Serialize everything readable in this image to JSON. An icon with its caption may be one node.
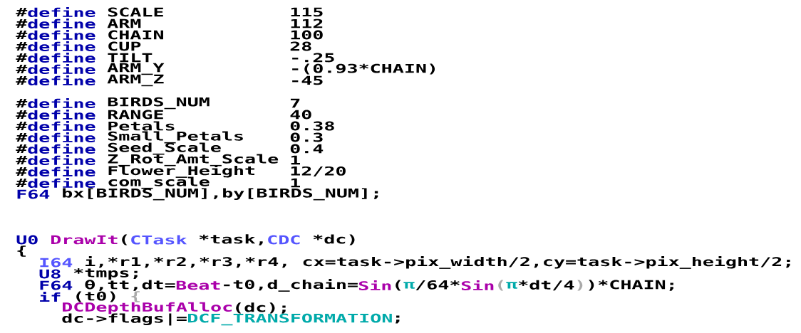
{
  "diagram": {
    "labels": [
      "#",
      "define",
      "SCALE",
      "115",
      "#",
      "define",
      "ARM",
      "112",
      "#",
      "define",
      "CHAIN",
      "100",
      "#",
      "define",
      "CUP",
      "28",
      "#",
      "define",
      "TILT",
      "-.25",
      "#",
      "define",
      "ARM_Y",
      "-(0.93*CHAIN)",
      "#",
      "define",
      "ARM_Z",
      "-45",
      "#",
      "define",
      "BIRDS_NUM",
      "7",
      "#",
      "define",
      "RANGE",
      "40",
      "#",
      "define",
      "Petals",
      "0.38",
      "#",
      "define",
      "Small_Petals",
      "0.3",
      "#",
      "define",
      "Seed_Scale",
      "0.4",
      "#",
      "define",
      "Z_Rot_Amt_Scale",
      "1",
      "#",
      "define",
      "Flower_Height",
      "12/20",
      "#",
      "define",
      "com_scale",
      "1",
      "F64",
      "bx[BIRDS_NUM],by[BIRDS_NUM];",
      "U0",
      "DrawIt",
      "(",
      "CTask",
      "*task,",
      "CDC",
      "*dc)",
      "{",
      "I64",
      "i,*r1,*r2,*r3,*r4, cx=task->pix_width/2,cy=task->pix_height/2;",
      "U8",
      "*tmps;",
      "F64",
      "θ,tt,dt=",
      "Beat",
      "-t0,d_chain=",
      "Sin",
      "(",
      "π",
      "/64*",
      "Sin",
      "(",
      "π",
      "*dt/4",
      ")",
      ")*CHAIN;",
      "if",
      "(t0)",
      "{",
      "DCDepthBufAlloc",
      "(dc);",
      "dc->flags|=",
      "DCF_TRANSFORMATION",
      ";"
    ]
  }
}
